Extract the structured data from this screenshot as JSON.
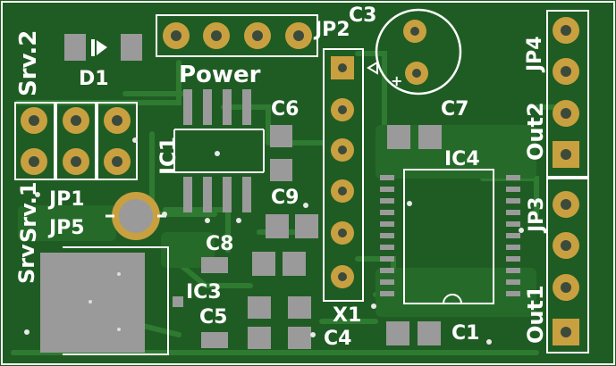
{
  "board": {
    "colors": {
      "substrate": "#1f5c23",
      "trace": "#2e7a31",
      "silkscreen": "#ffffff",
      "copper_pad": "#c9a040",
      "smd_pad": "#9a9a9a",
      "drill": "#3b4a3b"
    },
    "silkscreen": {
      "srv2": "Srv.2",
      "d1": "D1",
      "power": "Power",
      "jp2": "JP2",
      "c3": "C3",
      "jp4": "JP4",
      "c6": "C6",
      "c7": "C7",
      "ic1": "IC1",
      "out2": "Out2",
      "ic4": "IC4",
      "srv1": "Srv.1",
      "jp1": "JP1",
      "c9": "C9",
      "jp5": "JP5",
      "jp3": "JP3",
      "c8": "C8",
      "srv": "Srv",
      "ic3": "IC3",
      "out1": "Out1",
      "c5": "C5",
      "x1": "X1",
      "c1": "C1",
      "c4": "C4",
      "plus": "+"
    }
  }
}
